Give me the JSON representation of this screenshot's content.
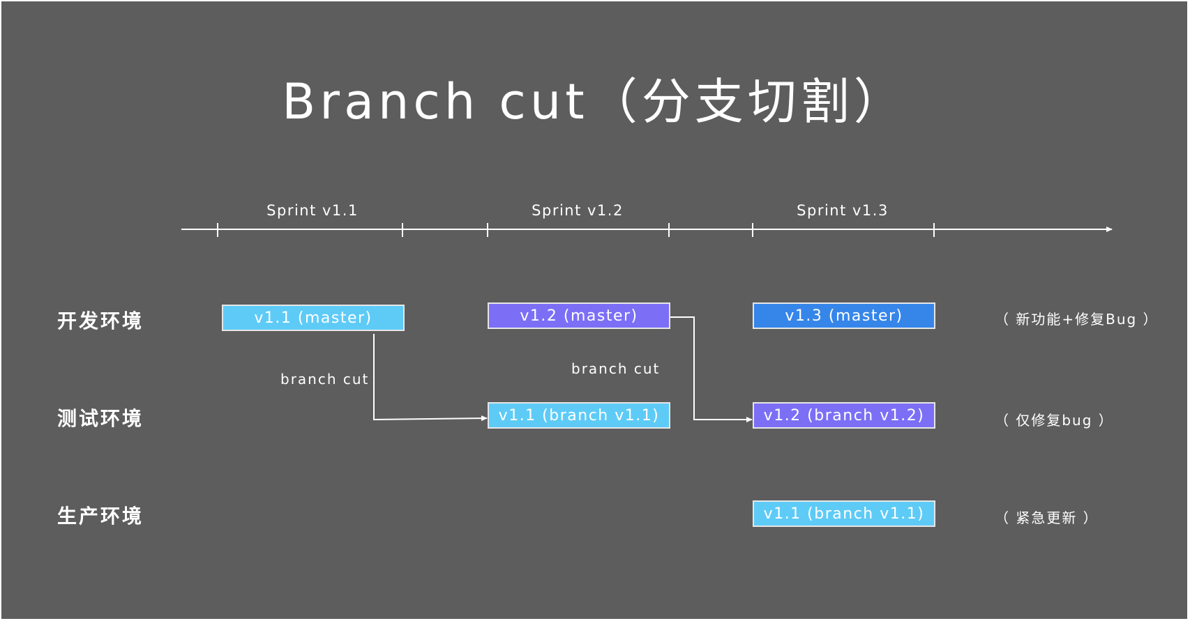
{
  "title": "Branch cut（分支切割）",
  "sprints": [
    "Sprint v1.1",
    "Sprint v1.2",
    "Sprint v1.3"
  ],
  "environments": {
    "dev": "开发环境",
    "test": "测试环境",
    "prod": "生产环境"
  },
  "boxes": {
    "dev_v11": "v1.1 (master)",
    "dev_v12": "v1.2 (master)",
    "dev_v13": "v1.3 (master)",
    "test_v11": "v1.1 (branch v1.1)",
    "test_v12": "v1.2 (branch v1.2)",
    "prod_v11": "v1.1 (branch v1.1)"
  },
  "cut_labels": {
    "first": "branch cut",
    "second": "branch cut"
  },
  "notes": {
    "dev": "（ 新功能+修复Bug ）",
    "test": "（ 仅修复bug ）",
    "prod": "（ 紧急更新 ）"
  },
  "colors": {
    "background": "#5d5d5d",
    "light_blue": "#5ecbf7",
    "purple": "#7c6ff6",
    "blue": "#3686ea"
  }
}
